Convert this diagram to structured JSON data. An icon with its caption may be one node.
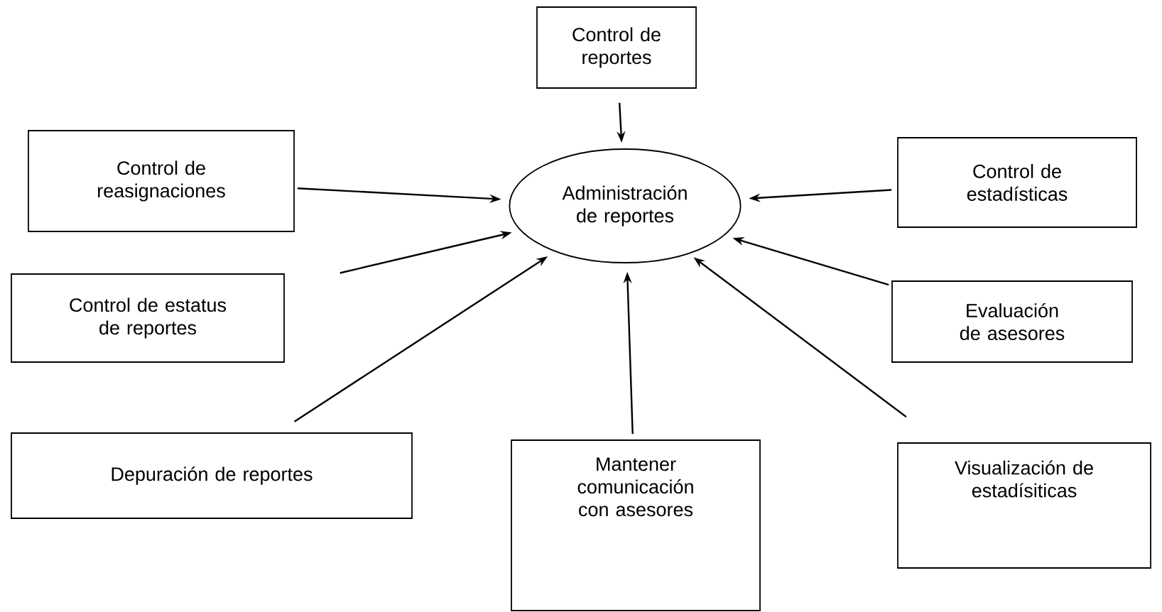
{
  "diagram": {
    "nodes": [
      {
        "text": [
          "Administración de reportes"
        ]
      },
      {
        "text": [
          "Control de reportes"
        ]
      },
      {
        "text": [
          "Control de reasignaciones"
        ]
      },
      {
        "text": [
          "Control de estadísticas"
        ]
      },
      {
        "text": [
          "Control de estatus de reportes"
        ]
      },
      {
        "text": [
          "Evaluación de asesores"
        ]
      },
      {
        "text": [
          "Depuración de reportes"
        ]
      },
      {
        "text": [
          "Mantener comunicación con asesores"
        ]
      },
      {
        "text": [
          "Visualización de estadísiticas"
        ]
      }
    ],
    "edges": [
      {
        "from": 1,
        "to": 0,
        "arrow": "to"
      },
      {
        "from": 2,
        "to": 0,
        "arrow": "to"
      },
      {
        "from": 3,
        "to": 0,
        "arrow": "to"
      },
      {
        "from": 4,
        "to": 0,
        "arrow": "to"
      },
      {
        "from": 5,
        "to": 0,
        "arrow": "to"
      },
      {
        "from": 6,
        "to": 0,
        "arrow": "to"
      },
      {
        "from": 7,
        "to": 0,
        "arrow": "to"
      },
      {
        "from": 8,
        "to": 0,
        "arrow": "to"
      }
    ]
  }
}
